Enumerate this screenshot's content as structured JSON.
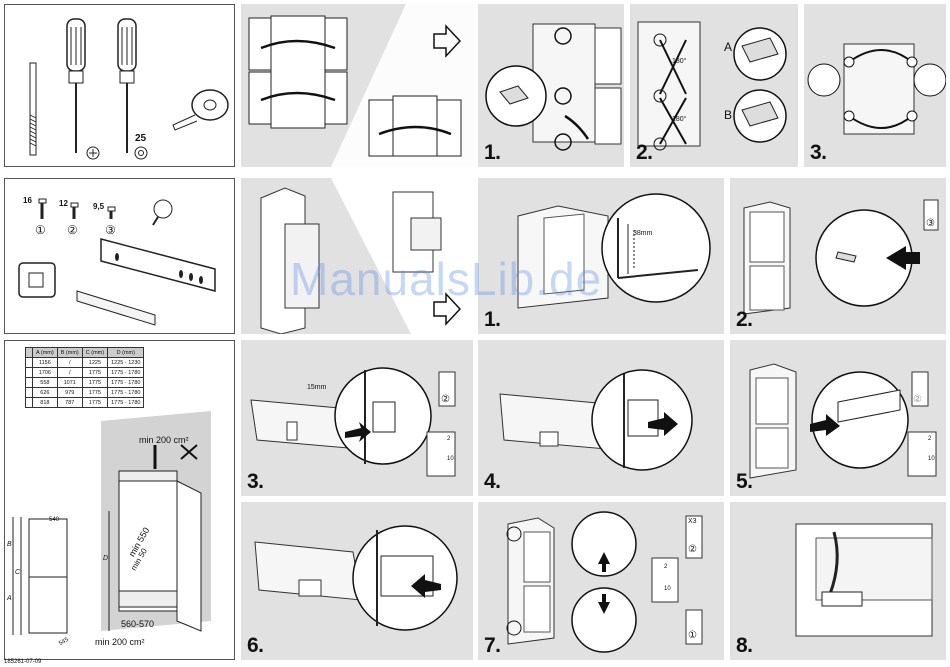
{
  "tools": {
    "screw_size": "25"
  },
  "parts": {
    "screw_lengths": [
      "16",
      "12",
      "9,5"
    ],
    "screw_ids": [
      "①",
      "②",
      "③"
    ]
  },
  "dimensions_table": {
    "headers": [
      "",
      "A (mm)",
      "B (mm)",
      "C (mm)",
      "D (mm)"
    ],
    "rows": [
      [
        "",
        "1156",
        "/",
        "1225",
        "1225 - 1230"
      ],
      [
        "",
        "1706",
        "/",
        "1775",
        "1775 - 1780"
      ],
      [
        "",
        "558",
        "1071",
        "1775",
        "1775 - 1780"
      ],
      [
        "",
        "626",
        "979",
        "1775",
        "1775 - 1780"
      ],
      [
        "",
        "818",
        "787",
        "1775",
        "1775 - 1780"
      ]
    ]
  },
  "installation": {
    "vent_top": "min 200 cm²",
    "vent_bottom": "min 200 cm²",
    "depth_min": "min 550",
    "min_50": "min 50",
    "width_range": "560-570",
    "depth_540": "540",
    "depth_545": "545",
    "labels": [
      "B",
      "C",
      "A",
      "D"
    ]
  },
  "door_reversal": {
    "steps": [
      "1.",
      "2.",
      "3."
    ],
    "angle": "180°",
    "detail_labels": [
      "A",
      "B"
    ]
  },
  "mounting": {
    "steps": [
      "1.",
      "2.",
      "3.",
      "4.",
      "5.",
      "6.",
      "7.",
      "8."
    ],
    "dim_38": "38mm",
    "dim_15": "15mm",
    "screw_ref_3": "③",
    "screw_ref_2": "②",
    "screw_ref_1": "①",
    "qty_x3": "X3",
    "gap_2": "2",
    "gap_10": "10"
  },
  "watermark": "ManualsLib.de",
  "doc_id": "185261-07-09"
}
